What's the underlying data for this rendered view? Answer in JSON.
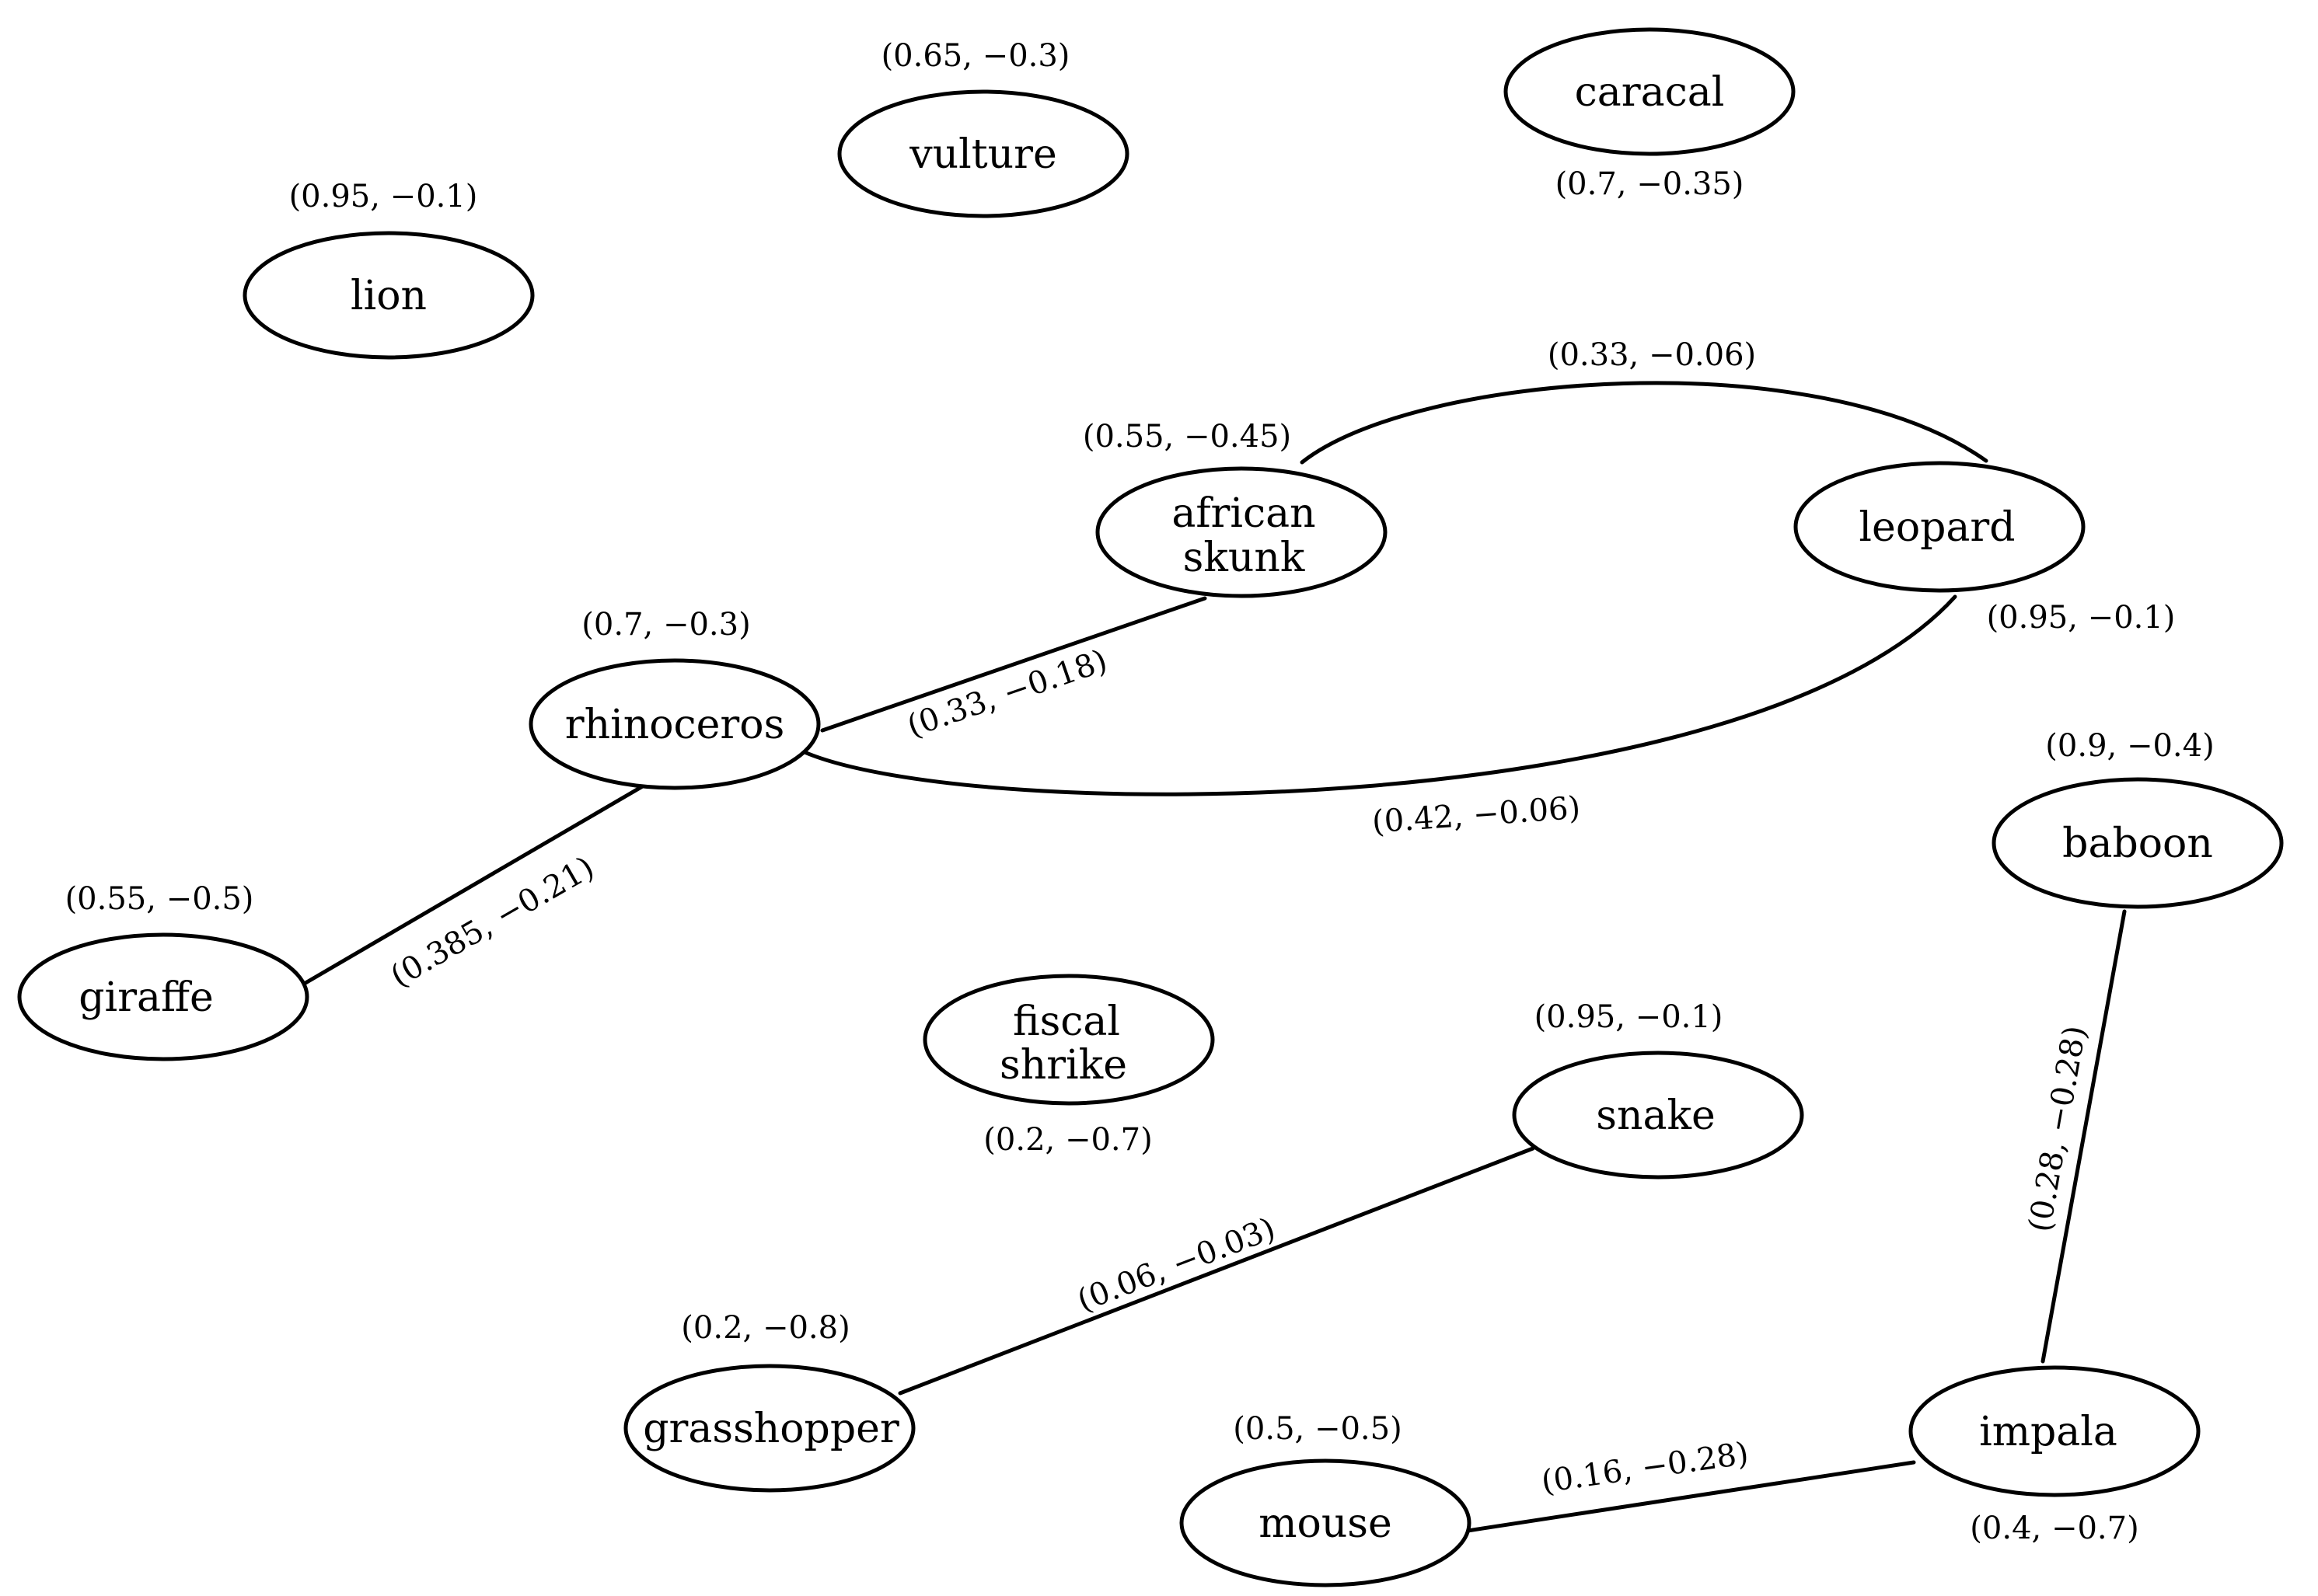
{
  "nodes": {
    "lion": {
      "label": [
        "lion"
      ],
      "value": "(0.95, −0.1)"
    },
    "vulture": {
      "label": [
        "vulture"
      ],
      "value": "(0.65, −0.3)"
    },
    "caracal": {
      "label": [
        "caracal"
      ],
      "value": "(0.7, −0.35)"
    },
    "african_skunk": {
      "label": [
        "african",
        "skunk"
      ],
      "value": "(0.55, −0.45)"
    },
    "leopard": {
      "label": [
        "leopard"
      ],
      "value": "(0.95, −0.1)"
    },
    "rhinoceros": {
      "label": [
        "rhinoceros"
      ],
      "value": "(0.7, −0.3)"
    },
    "baboon": {
      "label": [
        "baboon"
      ],
      "value": "(0.9, −0.4)"
    },
    "giraffe": {
      "label": [
        "giraffe"
      ],
      "value": "(0.55, −0.5)"
    },
    "fiscal_shrike": {
      "label": [
        "fiscal",
        "shrike"
      ],
      "value": "(0.2, −0.7)"
    },
    "snake": {
      "label": [
        "snake"
      ],
      "value": "(0.95, −0.1)"
    },
    "grasshopper": {
      "label": [
        "grasshopper"
      ],
      "value": "(0.2, −0.8)"
    },
    "mouse": {
      "label": [
        "mouse"
      ],
      "value": "(0.5, −0.5)"
    },
    "impala": {
      "label": [
        "impala"
      ],
      "value": "(0.4, −0.7)"
    }
  },
  "edges": [
    {
      "from": "african_skunk",
      "to": "leopard",
      "value": "(0.33, −0.06)"
    },
    {
      "from": "rhinoceros",
      "to": "african_skunk",
      "value": "(0.33, −0.18)"
    },
    {
      "from": "rhinoceros",
      "to": "leopard",
      "value": "(0.42, −0.06)"
    },
    {
      "from": "rhinoceros",
      "to": "giraffe",
      "value": "(0.385, −0.21)"
    },
    {
      "from": "baboon",
      "to": "impala",
      "value": "(0.28, −0.28)"
    },
    {
      "from": "grasshopper",
      "to": "snake",
      "value": "(0.06, −0.03)"
    },
    {
      "from": "mouse",
      "to": "impala",
      "value": "(0.16, −0.28)"
    }
  ]
}
